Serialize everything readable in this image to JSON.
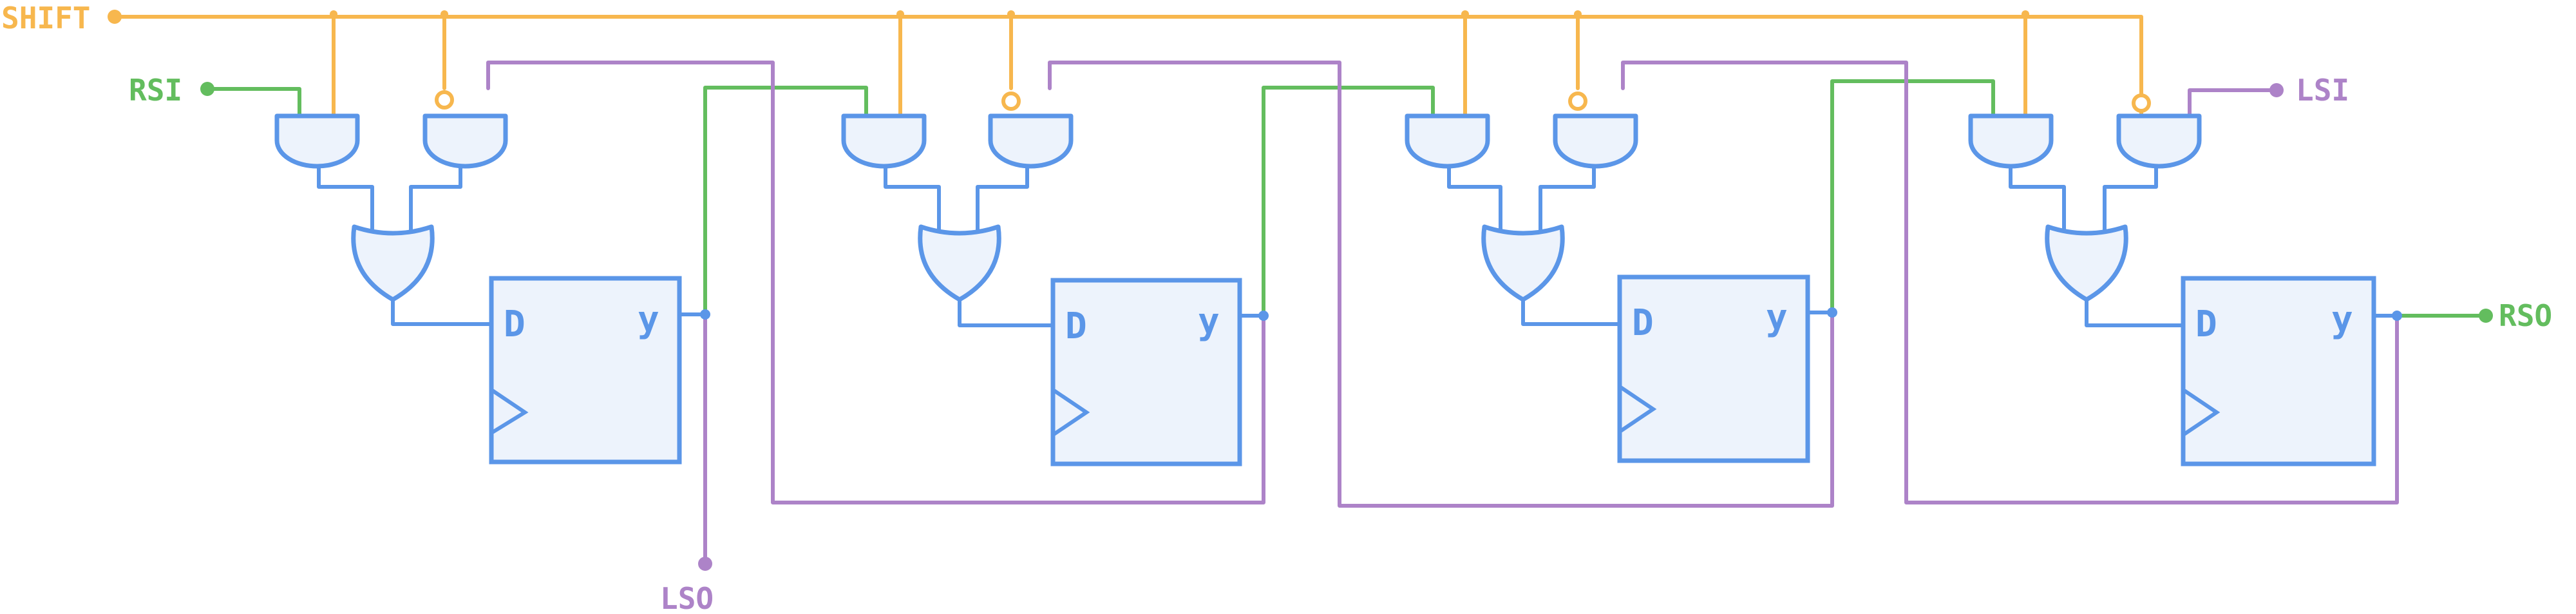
{
  "labels": {
    "shift": "SHIFT",
    "rsi": "RSI",
    "lsi": "LSI",
    "lso": "LSO",
    "rso": "RSO"
  },
  "flipflop": {
    "d_pin": "D",
    "q_pin": "y"
  },
  "stage_count": 4,
  "colors": {
    "shift_wire": "#f7b74e",
    "right_shift_path": "#63bd5e",
    "left_shift_path": "#ad83c8",
    "logic": "#5b96e8",
    "logic_fill": "#edf3fc"
  }
}
